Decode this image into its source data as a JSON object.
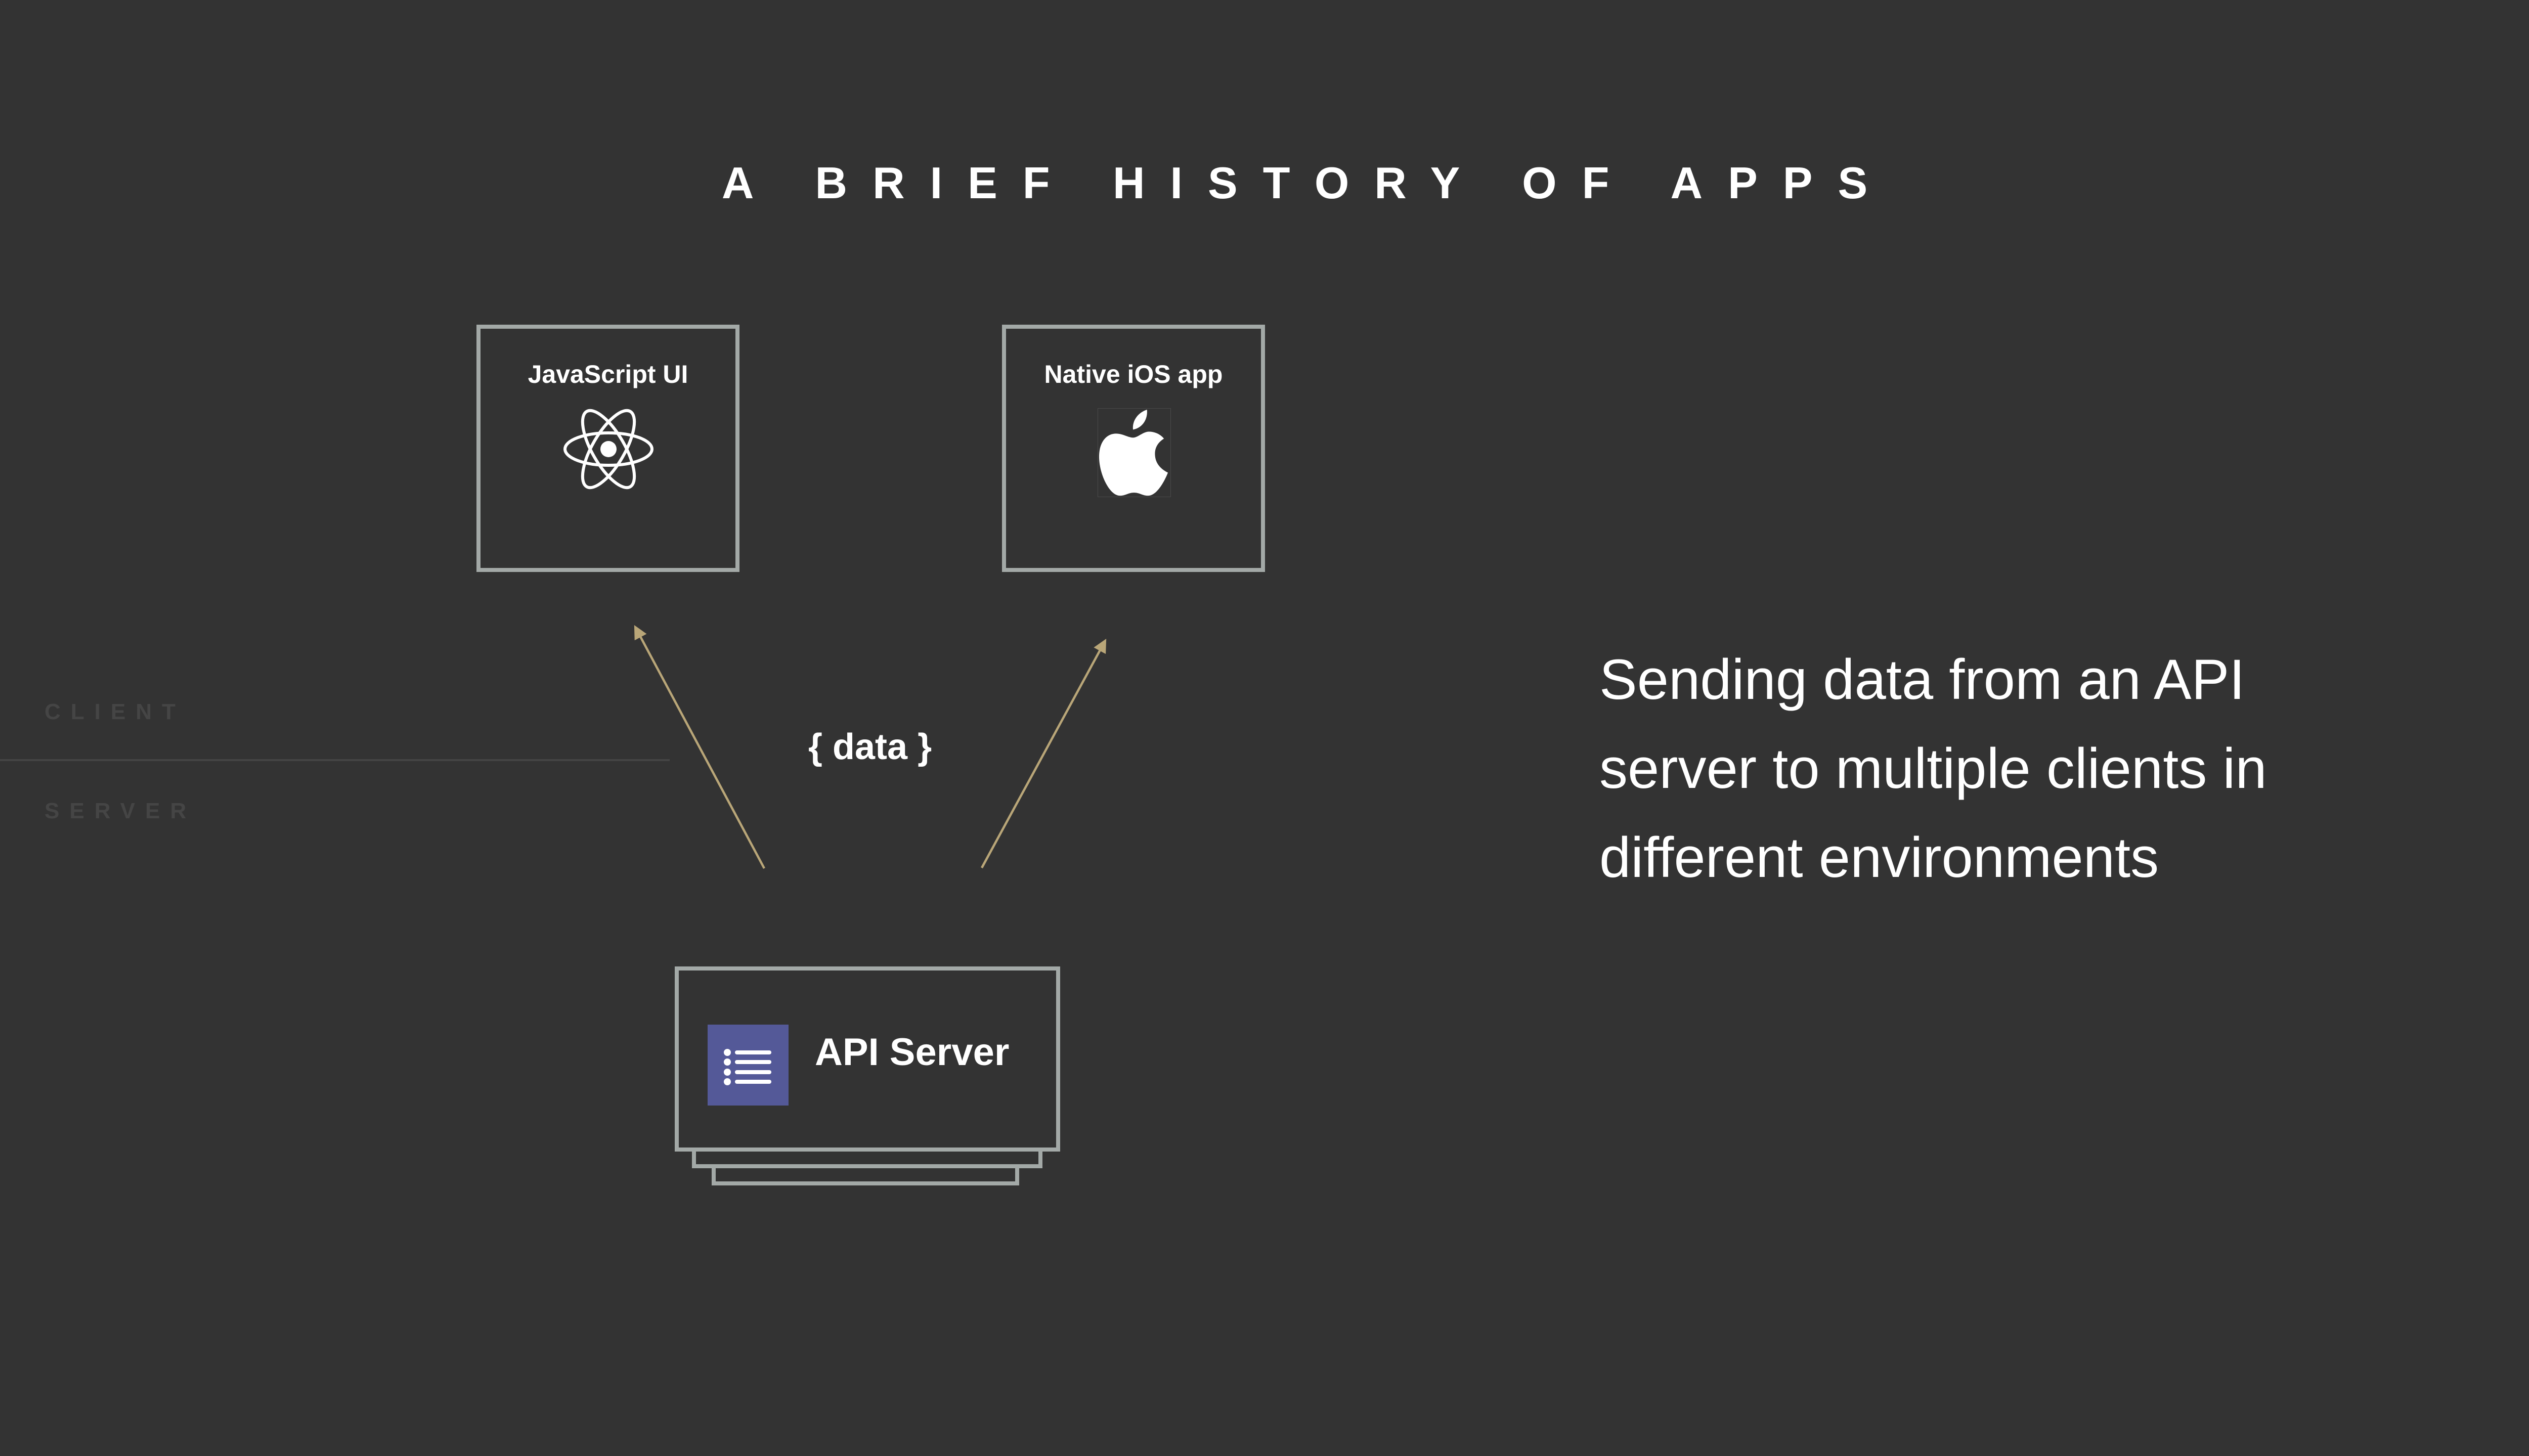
{
  "slide": {
    "title": "A BRIEF HISTORY OF APPS",
    "background_color": "#333333"
  },
  "tiers": {
    "client_label": "CLIENT",
    "server_label": "SERVER",
    "label_color": "#454545"
  },
  "clients": [
    {
      "label": "JavaScript UI",
      "icon": "react-atom-icon"
    },
    {
      "label": "Native iOS app",
      "icon": "apple-logo-icon"
    }
  ],
  "connector": {
    "label": "{ data }",
    "arrow_color": "#b9a678"
  },
  "server": {
    "label": "API Server",
    "icon": "list-icon",
    "icon_color": "#545998",
    "border_color": "#a3a9a7"
  },
  "caption": {
    "lines": [
      "Sending data from an API",
      "server to multiple clients in",
      "different environments"
    ]
  }
}
